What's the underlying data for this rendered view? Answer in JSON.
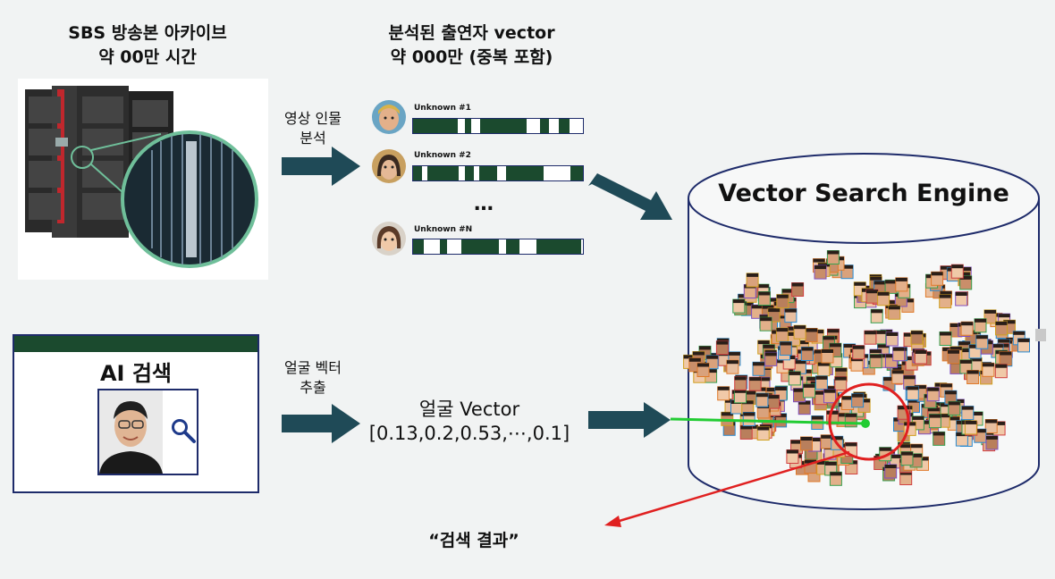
{
  "archive": {
    "title_line1": "SBS 방송본 아카이브",
    "title_line2": "약 00만 시간"
  },
  "vectors": {
    "title_line1": "분석된 출연자 vector",
    "title_line2": "약 000만 (중복 포함)",
    "items": [
      {
        "label": "Unknown #1"
      },
      {
        "label": "Unknown #2"
      },
      {
        "label": "Unknown #N"
      }
    ],
    "ellipsis": "…"
  },
  "steps": {
    "analyze_line1": "영상 인물",
    "analyze_line2": "분석",
    "extract_line1": "얼굴 벡터",
    "extract_line2": "추출"
  },
  "ai_search": {
    "title": "AI 검색"
  },
  "face_vector": {
    "line1": "얼굴 Vector",
    "line2": "[0.13,0.2,0.53,⋯,0.1]"
  },
  "engine": {
    "title": "Vector Search Engine"
  },
  "result": {
    "label": "“검색 결과”"
  },
  "colors": {
    "arrow": "#1f4a57",
    "bar_fill": "#1b4a2e",
    "border": "#1e2b6a",
    "green_line": "#22cc33",
    "red": "#e02020"
  }
}
